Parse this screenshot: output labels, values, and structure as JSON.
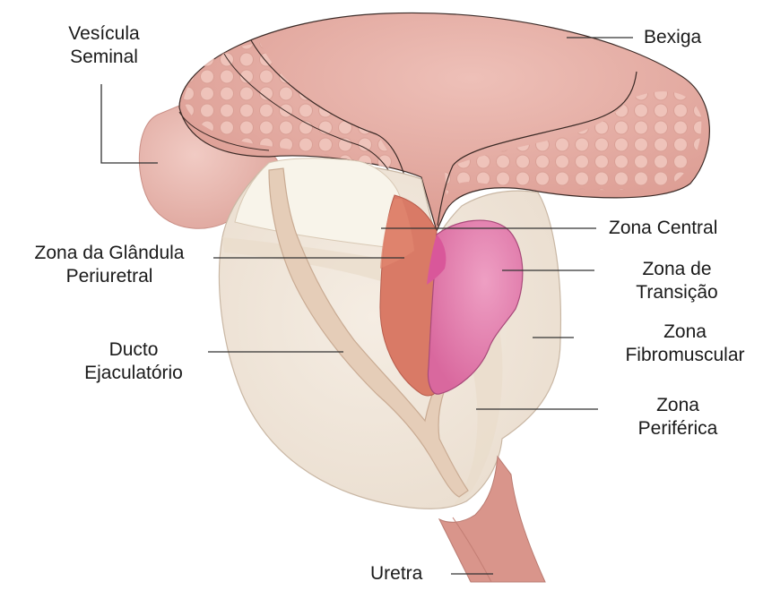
{
  "labels": {
    "vesicula_seminal": [
      "Vesícula",
      "Seminal"
    ],
    "bexiga": "Bexiga",
    "zona_central": "Zona Central",
    "zona_glandula_periuretral": [
      "Zona da Glândula",
      "Periuretral"
    ],
    "zona_transicao": [
      "Zona de",
      "Transição"
    ],
    "zona_fibromuscular": [
      "Zona",
      "Fibromuscular"
    ],
    "ducto_ejaculatorio": [
      "Ducto",
      "Ejaculatório"
    ],
    "zona_periferica": [
      "Zona",
      "Periférica"
    ],
    "uretra": "Uretra"
  },
  "colors": {
    "bladder": "#e3aaa0",
    "bladder_dark": "#d4938a",
    "vesicle_dots": "#f0c6bd",
    "seminal_vesicle": "#e8b6ae",
    "prostate_outer": "#f2e8dc",
    "prostate_shade": "#e8d9c8",
    "central_zone": "#f8f3e9",
    "urethra": "#d98c82",
    "periurethral": "#d9735e",
    "transition_zone": "#e78fb4",
    "transition_dark": "#d9579a",
    "ejaculatory_duct": "#e2c8b2",
    "outline": "#3b2a26",
    "leader": "#333333"
  }
}
